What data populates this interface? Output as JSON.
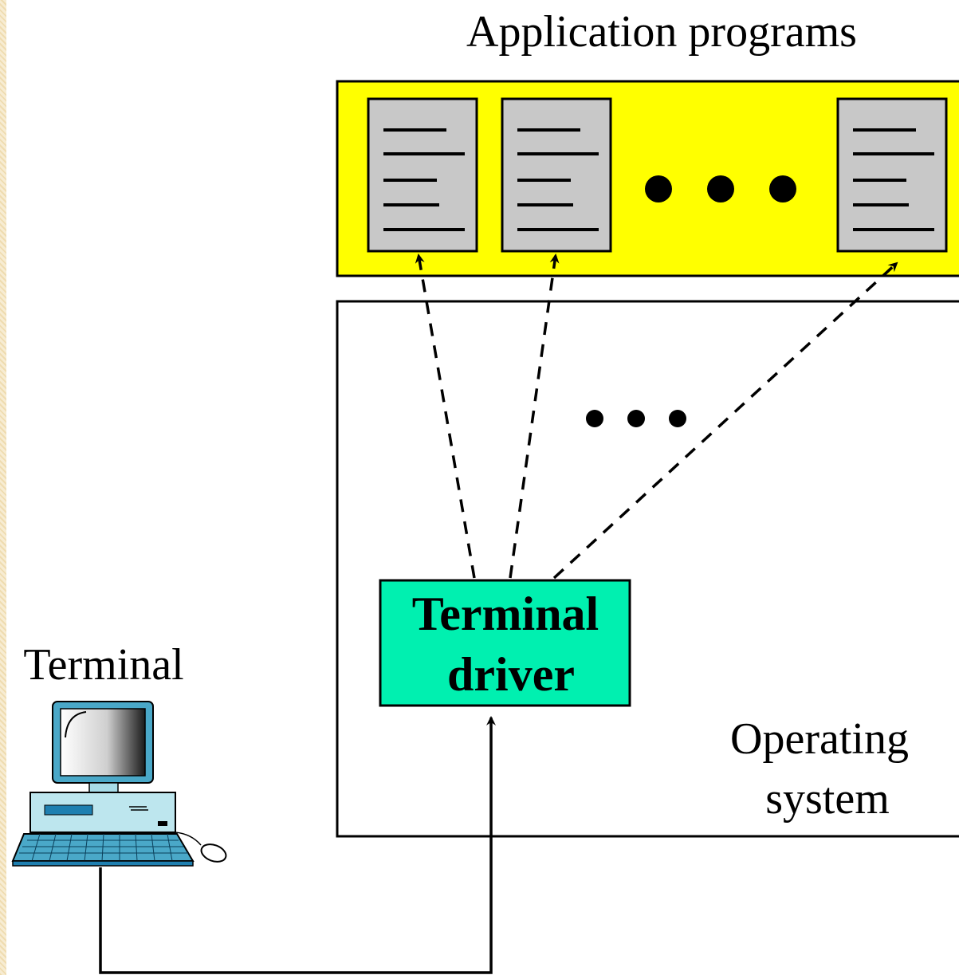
{
  "labels": {
    "app_programs": "Application programs",
    "terminal": "Terminal",
    "driver_line1": "Terminal",
    "driver_line2": "driver",
    "os_line1": "Operating",
    "os_line2": "system"
  },
  "colors": {
    "app_band": "#ffff00",
    "driver_box": "#00f0b0",
    "document": "#c8c8c8",
    "line": "#000000"
  },
  "icons": {
    "documents": [
      "document-icon",
      "document-icon",
      "document-icon"
    ],
    "ellipsis": "ellipsis-dots",
    "terminal": "computer-terminal-icon"
  }
}
